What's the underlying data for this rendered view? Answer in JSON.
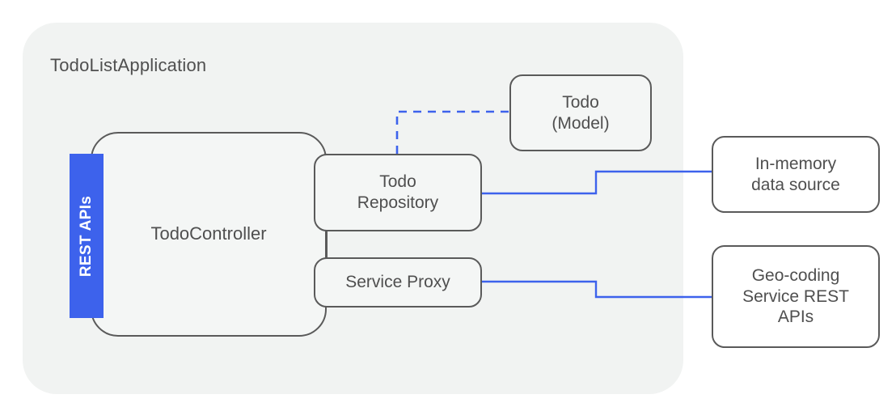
{
  "diagram": {
    "title": "TodoListApplication",
    "container_label": "TodoListApplication",
    "colors": {
      "container_background": "#f1f3f2",
      "node_border": "#5a5a5a",
      "node_background": "#f4f6f5",
      "text": "#4f4f4f",
      "accent_blue": "#3d62ec",
      "tab_text": "#ffffff",
      "page_background": "#ffffff"
    },
    "nodes": {
      "rest_apis_tab": {
        "label": "REST APIs",
        "orientation": "vertical"
      },
      "controller": {
        "label": "TodoController"
      },
      "todo_repository": {
        "line1": "Todo",
        "line2": "Repository"
      },
      "service_proxy": {
        "label": "Service Proxy"
      },
      "todo_model": {
        "line1": "Todo",
        "line2": "(Model)"
      },
      "in_memory_data_source": {
        "line1": "In-memory",
        "line2": "data source"
      },
      "geocoding_service": {
        "line1": "Geo-coding",
        "line2": "Service REST",
        "line3": "APIs"
      }
    },
    "edges": [
      {
        "name": "repository-to-model",
        "from": "todo_repository",
        "to": "todo_model",
        "style": "dashed",
        "color": "#3d62ec"
      },
      {
        "name": "repository-to-in-memory",
        "from": "todo_repository",
        "to": "in_memory_data_source",
        "style": "solid",
        "color": "#3d62ec"
      },
      {
        "name": "proxy-to-geocoding",
        "from": "service_proxy",
        "to": "geocoding_service",
        "style": "solid",
        "color": "#3d62ec"
      },
      {
        "name": "repository-to-proxy",
        "from": "todo_repository",
        "to": "service_proxy",
        "style": "solid",
        "color": "#5a5a5a"
      }
    ]
  }
}
